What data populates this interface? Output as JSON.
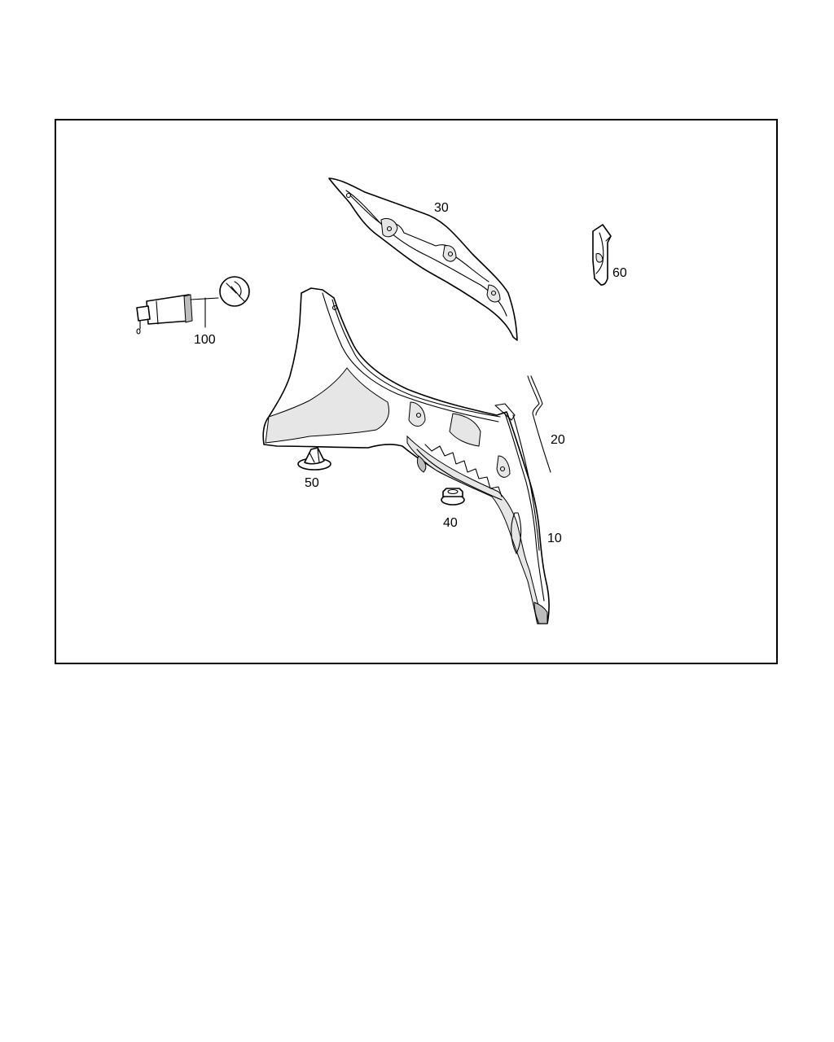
{
  "diagram": {
    "labels": {
      "part_10": "10",
      "part_20": "20",
      "part_30": "30",
      "part_40": "40",
      "part_50": "50",
      "part_60": "60",
      "part_100": "100"
    },
    "colors": {
      "line": "#000000",
      "background": "#ffffff",
      "shade": "#e6e6e6"
    }
  }
}
